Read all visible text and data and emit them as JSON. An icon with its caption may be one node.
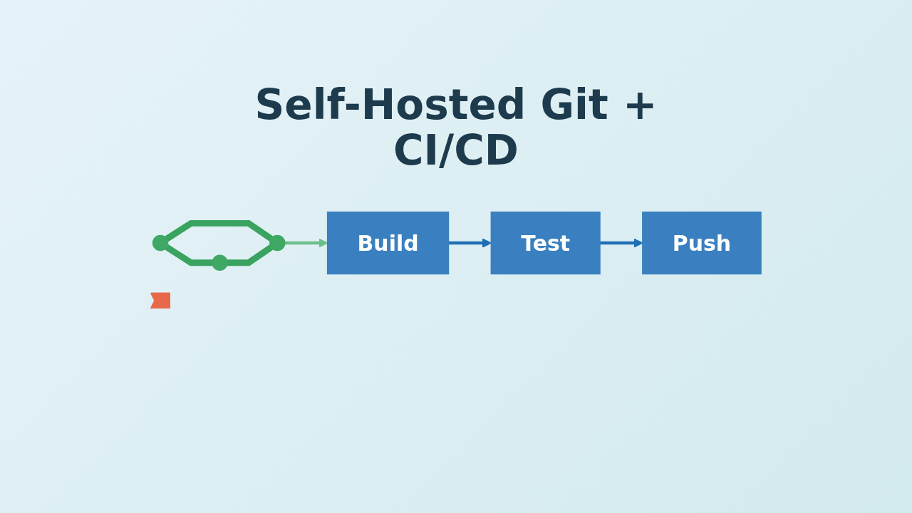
{
  "diagram": {
    "title": "Self-Hosted Git + CI/CD",
    "nodes": [
      {
        "text": [],
        "shape": "circle"
      },
      {
        "text": [],
        "shape": "circle"
      },
      {
        "text": [],
        "shape": "circle"
      },
      {
        "text": [
          "Build"
        ]
      },
      {
        "text": [
          "Test"
        ]
      },
      {
        "text": [
          "Push"
        ]
      },
      {
        "text": [],
        "shape": "flag"
      }
    ],
    "edges": [
      {
        "from": 0,
        "to": 1,
        "arrow": "none",
        "style": "thick",
        "color": "#3aa35f"
      },
      {
        "from": 0,
        "to": 2,
        "arrow": "none",
        "style": "thick",
        "color": "#3aa35f"
      },
      {
        "from": 1,
        "to": 2,
        "arrow": "none",
        "style": "thick",
        "color": "#3aa35f"
      },
      {
        "from": 2,
        "to": 3,
        "arrow": "to",
        "color": "#6cbf8a"
      },
      {
        "from": 3,
        "to": 4,
        "arrow": "to"
      },
      {
        "from": 4,
        "to": 5,
        "arrow": "to"
      }
    ]
  }
}
